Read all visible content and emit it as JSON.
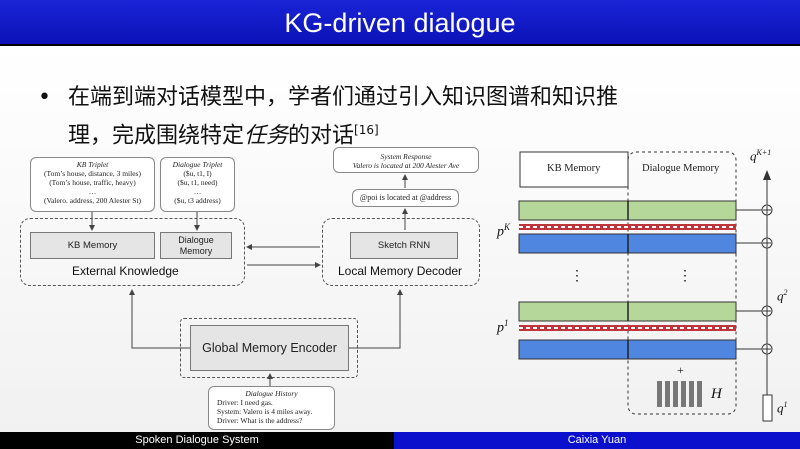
{
  "title": "KG-driven dialogue",
  "bullet": {
    "line1": "在端到端对话模型中，学者们通过引入知识图谱和知识推",
    "line2a": "理，完成围绕特定",
    "line2b": "任务",
    "line2c": "的对话",
    "cite": "[16]"
  },
  "left_diagram": {
    "kb_triplet": {
      "title": "KB Triplet",
      "lines": [
        "(Tom’s house, distance, 3 miles)",
        "(Tom’s house, traffic, heavy)",
        "…",
        "(Valero. address, 200 Alester St)"
      ]
    },
    "dialogue_triplet": {
      "title": "Dialogue Triplet",
      "lines": [
        "($u, t1, I)",
        "($u, t1, need)",
        "…",
        "($u, t3 address)"
      ]
    },
    "kb_memory": "KB Memory",
    "dialogue_memory": "Dialogue Memory",
    "external_knowledge": "External Knowledge",
    "system_response": {
      "title": "System Response",
      "text": "Valero is located at 200 Alester Ave"
    },
    "sketch": "@poi is located at @address",
    "sketch_rnn": "Sketch RNN",
    "local_memory_decoder": "Local Memory Decoder",
    "global_memory_encoder": "Global Memory Encoder",
    "dialogue_history": {
      "title": "Dialogue History",
      "lines": [
        "Driver: I need gas.",
        "System: Valero is 4 miles away.",
        "Driver: What is the address?"
      ]
    }
  },
  "right_diagram": {
    "kb_memory": "KB Memory",
    "dialogue_memory": "Dialogue Memory",
    "pK": "p",
    "pK_sup": "K",
    "p1": "p",
    "p1_sup": "1",
    "qK1": "q",
    "qK1_sup": "K+1",
    "q2": "q",
    "q2_sup": "2",
    "q1": "q",
    "q1_sup": "1",
    "H": "H",
    "dots": "⋮",
    "plus": "+",
    "colors": {
      "green": "#b5d89a",
      "blue": "#4f86e0",
      "red": "#c0353b"
    }
  },
  "footer": {
    "left": "Spoken Dialogue System",
    "right": "Caixia Yuan"
  }
}
